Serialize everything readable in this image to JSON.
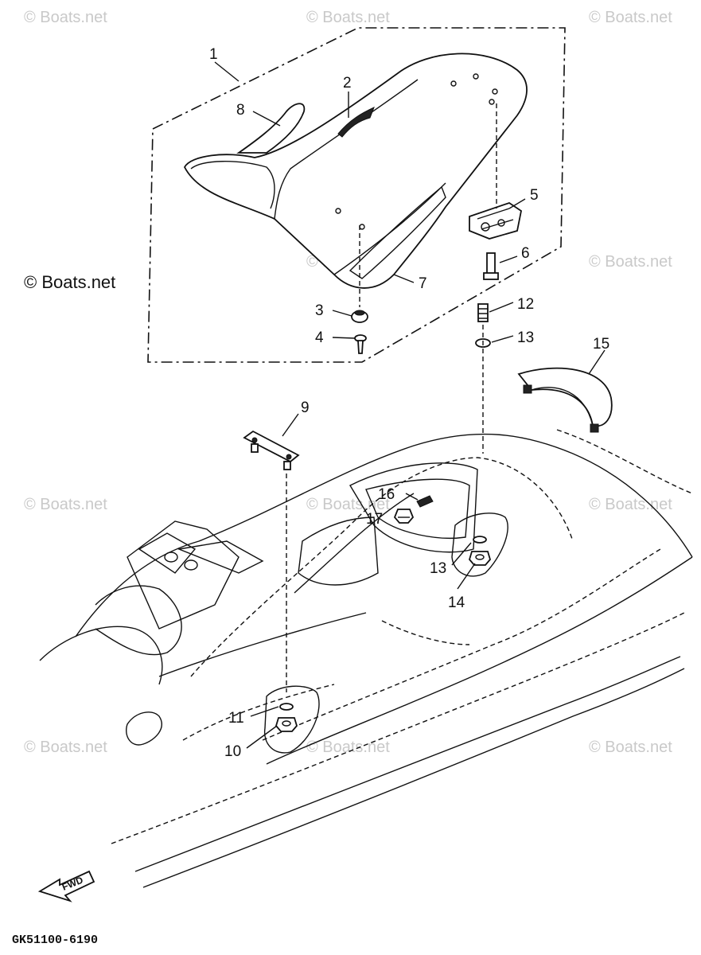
{
  "watermark_text": "© Boats.net",
  "watermark_main": "© Boats.net",
  "diagram_code": "GK51100-6190",
  "fwd_label": "FWD",
  "callouts": {
    "c1": "1",
    "c2": "2",
    "c3": "3",
    "c4": "4",
    "c5": "5",
    "c6": "6",
    "c7": "7",
    "c8": "8",
    "c9": "9",
    "c10": "10",
    "c11": "11",
    "c12": "12",
    "c13a": "13",
    "c13b": "13",
    "c14": "14",
    "c15": "15",
    "c16": "16",
    "c17": "17"
  }
}
